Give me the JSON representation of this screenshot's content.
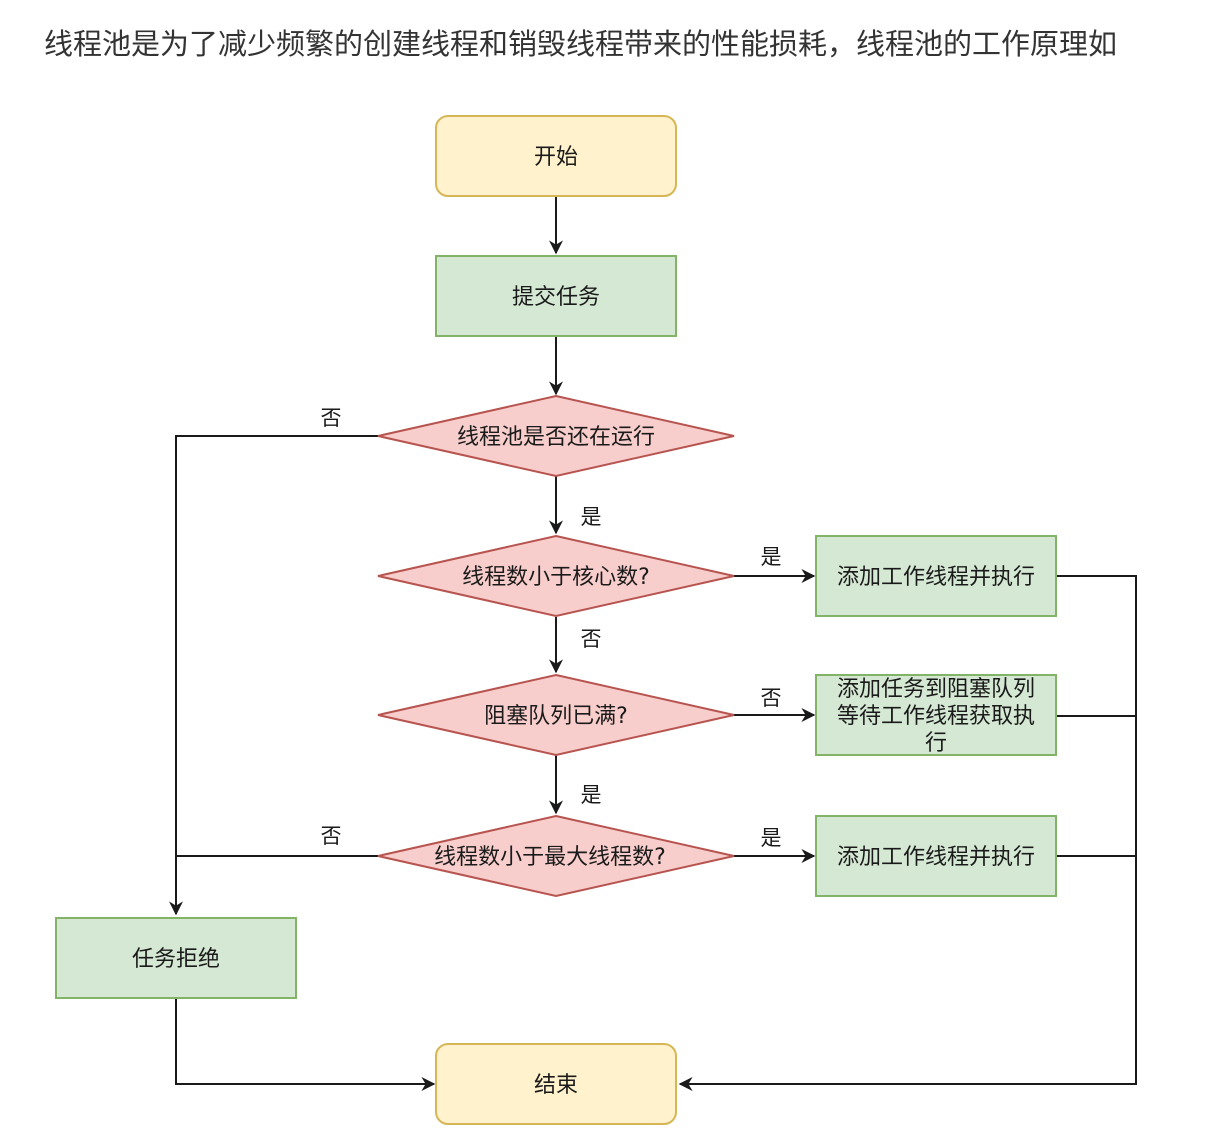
{
  "intro_text": "线程池是为了减少频繁的创建线程和销毁线程带来的性能损耗，线程池的工作原理如",
  "colors": {
    "terminal_fill": "#fff2cc",
    "terminal_stroke": "#d6b656",
    "process_fill": "#d5e8d4",
    "process_stroke": "#82b366",
    "decision_fill": "#f8cecc",
    "decision_stroke": "#b85450",
    "edge": "#1a1a1a"
  },
  "nodes": {
    "start": "开始",
    "submit": "提交任务",
    "running": "线程池是否还在运行",
    "lt_core": "线程数小于核心数?",
    "queue_full": "阻塞队列已满?",
    "lt_max": "线程数小于最大线程数?",
    "add_worker_1": "添加工作线程并执行",
    "enqueue_line1": "添加任务到阻塞队列",
    "enqueue_line2": "等待工作线程获取执",
    "enqueue_line3": "行",
    "add_worker_2": "添加工作线程并执行",
    "reject": "任务拒绝",
    "end": "结束"
  },
  "edge_labels": {
    "running_no": "否",
    "running_yes": "是",
    "core_yes": "是",
    "core_no": "否",
    "queue_no": "否",
    "queue_yes": "是",
    "max_no": "否",
    "max_yes": "是"
  }
}
